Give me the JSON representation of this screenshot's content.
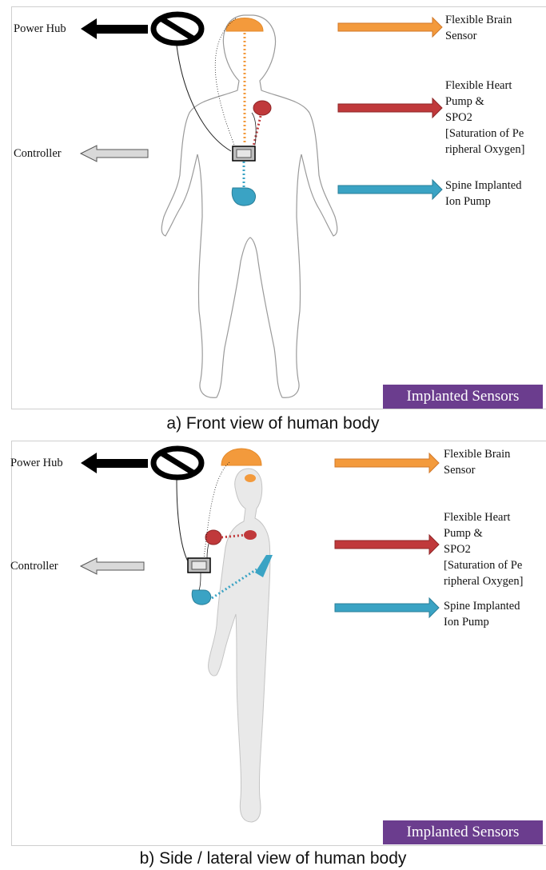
{
  "panels": {
    "front": {
      "power_hub": "Power Hub",
      "controller": "Controller",
      "brain_sensor": [
        "Flexible Brain",
        "Sensor"
      ],
      "heart_pump": [
        "Flexible Heart",
        "Pump &",
        "SPO2",
        "[Saturation of Pe",
        "ripheral Oxygen]"
      ],
      "spine_pump": [
        "Spine Implanted",
        "Ion Pump"
      ],
      "badge": "Implanted Sensors",
      "caption": "a) Front view of human body"
    },
    "side": {
      "power_hub": "Power Hub",
      "controller": "Controller",
      "brain_sensor": [
        "Flexible Brain",
        "Sensor"
      ],
      "heart_pump": [
        "Flexible Heart",
        "Pump &",
        "SPO2",
        "[Saturation of Pe",
        "ripheral Oxygen]"
      ],
      "spine_pump": [
        "Spine Implanted",
        "Ion Pump"
      ],
      "badge": "Implanted Sensors",
      "caption": "b) Side / lateral view of human body"
    }
  },
  "colors": {
    "brain": "#f39a3c",
    "heart": "#c0393b",
    "spine": "#3aa3c4",
    "badge": "#6b3d8e",
    "controller_arrow": "#d9d9d9"
  }
}
